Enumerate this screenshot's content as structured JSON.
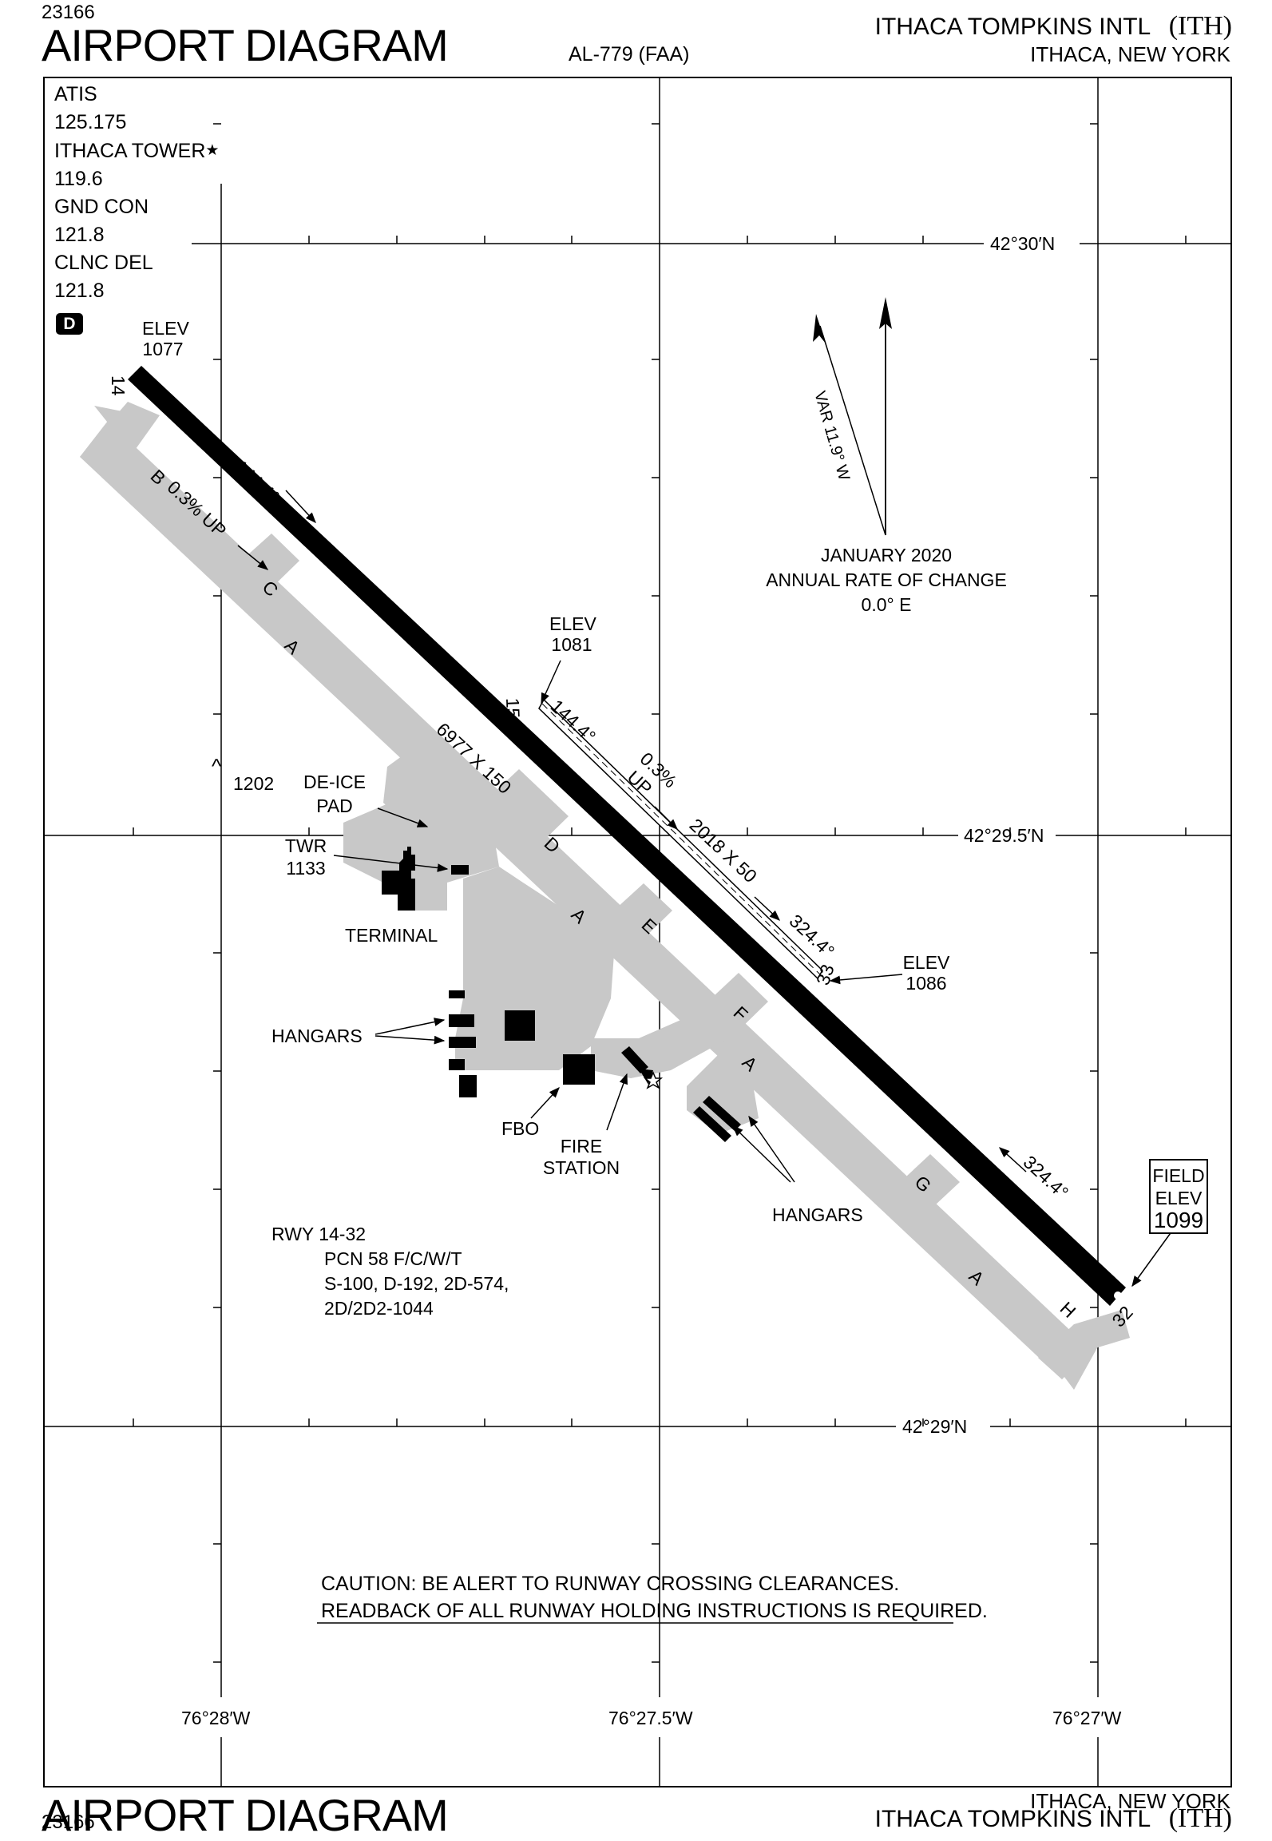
{
  "header": {
    "number": "23166",
    "title": "AIRPORT DIAGRAM",
    "procedure": "AL-779 (FAA)",
    "airport": "ITHACA TOMPKINS INTL",
    "ident": "(ITH)",
    "city": "ITHACA, NEW YORK"
  },
  "frequencies": [
    {
      "name": "ATIS",
      "value": "125.175"
    },
    {
      "name": "ITHACA TOWER",
      "value": "119.6"
    },
    {
      "name": "GND CON",
      "value": "121.8"
    },
    {
      "name": "CLNC DEL",
      "value": "121.8"
    }
  ],
  "tower_star": "★",
  "d_badge": "D",
  "coordinates": {
    "lat_top": "42°30′N",
    "lat_mid": "42°29.5′N",
    "lat_bottom": "42°29′N",
    "lon_left": "76°28′W",
    "lon_mid": "76°27.5′W",
    "lon_right": "76°27′W"
  },
  "runway_main": {
    "end_a": "14",
    "end_b": "32",
    "heading_a": "144.4°",
    "heading_b": "324.4°",
    "dimensions": "6977 X 150",
    "gradient": "0.3% UP",
    "elev_a_label": "ELEV",
    "elev_a": "1077"
  },
  "runway_secondary": {
    "end_a": "15",
    "end_b": "33",
    "heading_a": "144.4°",
    "heading_b": "324.4°",
    "dimensions": "2018 X 50",
    "gradient_pct": "0.3%",
    "gradient_dir": "UP",
    "elev_a_label": "ELEV",
    "elev_a": "1081",
    "elev_b_label": "ELEV",
    "elev_b": "1086"
  },
  "taxiways": [
    "A",
    "B",
    "C",
    "D",
    "E",
    "F",
    "G",
    "H"
  ],
  "field_elev": {
    "line1": "FIELD",
    "line2": "ELEV",
    "value": "1099"
  },
  "magvar": {
    "var": "VAR 11.9° W",
    "date": "JANUARY 2020",
    "rate_label": "ANNUAL RATE OF CHANGE",
    "rate": "0.0° E"
  },
  "obstacle": {
    "symbol": "^",
    "value": "1202"
  },
  "labels": {
    "deice_1": "DE-ICE",
    "deice_2": "PAD",
    "twr_1": "TWR",
    "twr_2": "1133",
    "terminal": "TERMINAL",
    "hangars_left": "HANGARS",
    "hangars_right": "HANGARS",
    "fbo": "FBO",
    "fire_1": "FIRE",
    "fire_2": "STATION"
  },
  "rwy_info": {
    "title": "RWY 14-32",
    "lines": [
      "PCN 58 F/C/W/T",
      "S-100, D-192, 2D-574,",
      "2D/2D2-1044"
    ]
  },
  "caution": {
    "line1": "CAUTION:  BE ALERT TO RUNWAY CROSSING CLEARANCES.",
    "line2": "READBACK OF ALL RUNWAY HOLDING INSTRUCTIONS IS REQUIRED."
  }
}
